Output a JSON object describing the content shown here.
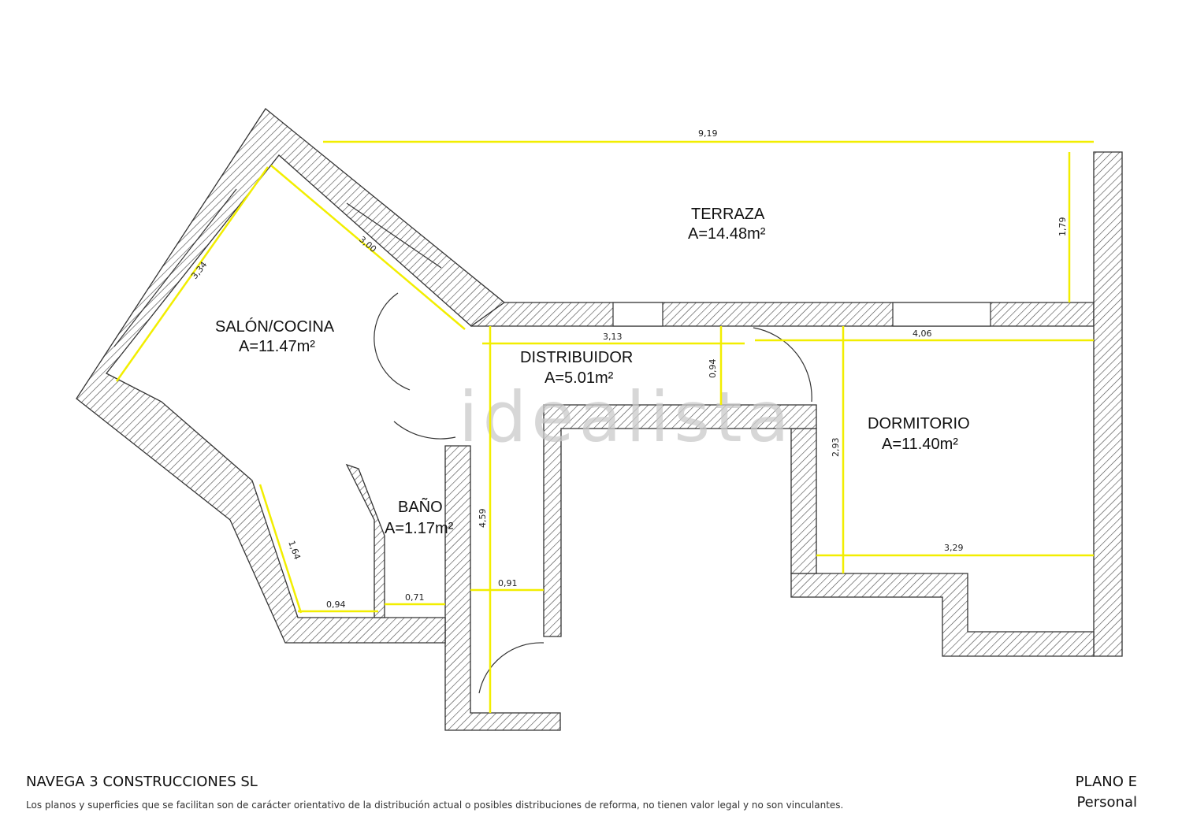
{
  "rooms": {
    "terraza": {
      "name": "TERRAZA",
      "area": "A=14.48m²"
    },
    "salon": {
      "name": "SALÓN/COCINA",
      "area": "A=11.47m²"
    },
    "distribuidor": {
      "name": "DISTRIBUIDOR",
      "area": "A=5.01m²"
    },
    "dormitorio": {
      "name": "DORMITORIO",
      "area": "A=11.40m²"
    },
    "bano": {
      "name": "BAÑO",
      "area": "A=1.17m²"
    }
  },
  "dimensions": {
    "total_width": "9,19",
    "terraza_depth": "1,79",
    "salon_long": "3,34",
    "salon_top": "3,00",
    "distribuidor_len": "3,13",
    "distribuidor_w": "0,94",
    "dormitorio_w": "4,06",
    "dormitorio_d": "2,93",
    "dormitorio_bottom": "3,29",
    "hall_len": "4,59",
    "hall_w": "0,91",
    "salon_lower": "1,64",
    "salon_bottom": "0,94",
    "bano_w": "0,71"
  },
  "watermark": "idealista",
  "footer": {
    "company": "NAVEGA 3 CONSTRUCCIONES SL",
    "note": "Los planos y superficies que se facilitan son de carácter orientativo de la distribución actual o posibles distribuciones de reforma, no tienen valor legal y no son vinculantes.",
    "plan": "PLANO E",
    "sub": "Personal"
  },
  "colors": {
    "wall": "#333333",
    "dimension": "#f5f000",
    "dimension_tick": "#1a1aa8"
  }
}
